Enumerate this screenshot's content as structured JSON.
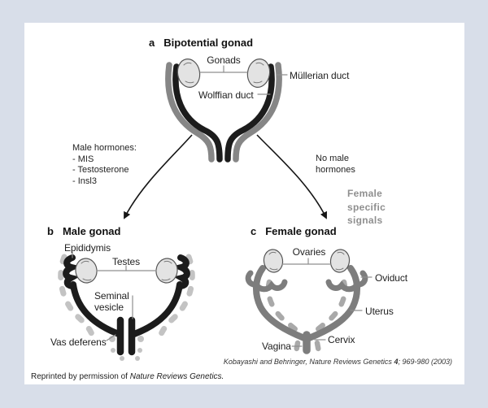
{
  "figure": {
    "panel_a": {
      "letter": "a",
      "title": "Bipotential gonad",
      "labels": {
        "gonads": "Gonads",
        "mullerian_duct": "Müllerian duct",
        "wolffian_duct": "Wolffian duct"
      }
    },
    "male_hormones_note": {
      "lines": [
        "Male hormones:",
        "- MIS",
        "- Testosterone",
        "- Insl3"
      ]
    },
    "no_male_hormones_note": {
      "lines": [
        "No male",
        "hormones"
      ]
    },
    "female_signals_note": {
      "lines": [
        "Female",
        "specific",
        "signals"
      ]
    },
    "panel_b": {
      "letter": "b",
      "title": "Male gonad",
      "labels": {
        "epididymis": "Epididymis",
        "testes": "Testes",
        "seminal_vesicle_line1": "Seminal",
        "seminal_vesicle_line2": "vesicle",
        "vas_deferens": "Vas deferens"
      }
    },
    "panel_c": {
      "letter": "c",
      "title": "Female gonad",
      "labels": {
        "ovaries": "Ovaries",
        "oviduct": "Oviduct",
        "uterus": "Uterus",
        "cervix": "Cervix",
        "vagina": "Vagina"
      }
    },
    "citation": {
      "authors_journal": "Kobayashi and Behringer, Nature Reviews Genetics ",
      "volume": "4",
      "pages": "; 969-980 (2003)"
    },
    "footer": {
      "prefix": "Reprinted by permission of ",
      "journal": "Nature Reviews Genetics."
    }
  },
  "colors": {
    "frame_bg": "#d8dee9",
    "panel_bg": "#ffffff",
    "wolffian_black": "#1c1c1c",
    "mullerian_gray": "#868686",
    "female_duct_gray": "#7d7d7d",
    "degenerate_duct_light": "#c3c3c3",
    "degenerate_duct_mid": "#a9a9a9",
    "gonad_fill": "#e3e3e3",
    "gonad_stroke": "#565656",
    "signals_gray": "#8f8f8f"
  }
}
